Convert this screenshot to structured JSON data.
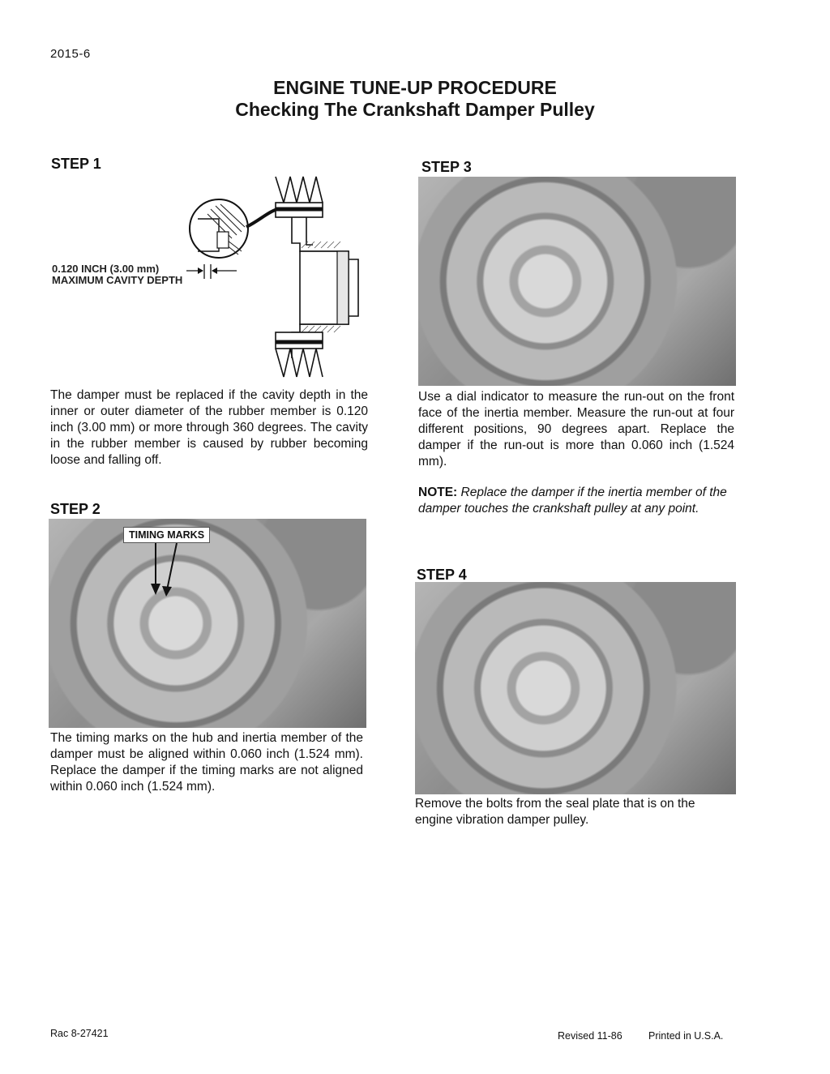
{
  "page_number": "2015-6",
  "title": "ENGINE TUNE-UP PROCEDURE",
  "subtitle": "Checking The Crankshaft Damper Pulley",
  "step1": {
    "heading": "STEP 1",
    "diagram_label_line1": "0.120 INCH (3.00 mm)",
    "diagram_label_line2": "MAXIMUM CAVITY DEPTH",
    "text": "The damper must be replaced if the cavity depth in the inner or outer diameter of the rubber member is 0.120 inch (3.00 mm) or more through 360 degrees. The cavity in the rubber member is caused by rubber becoming loose and falling off."
  },
  "step2": {
    "heading": "STEP 2",
    "photo_label": "TIMING MARKS",
    "text": "The timing marks on the hub and inertia member of the damper must be aligned within 0.060 inch (1.524 mm). Replace the damper if the timing marks are not aligned within 0.060 inch (1.524 mm)."
  },
  "step3": {
    "heading": "STEP 3",
    "text": "Use a dial indicator to measure the run-out on the front face of the inertia member. Measure the run-out at four different positions, 90 degrees apart. Replace the damper if the run-out is more than 0.060 inch (1.524 mm).",
    "note_label": "NOTE:",
    "note_text": "Replace the damper if the inertia member of the damper touches the crankshaft pulley at any point."
  },
  "step4": {
    "heading": "STEP 4",
    "text": "Remove the bolts from the seal plate that is on the engine vibration damper pulley."
  },
  "footer": {
    "left": "Rac 8-27421",
    "revised": "Revised 11-86",
    "printed": "Printed in U.S.A."
  }
}
